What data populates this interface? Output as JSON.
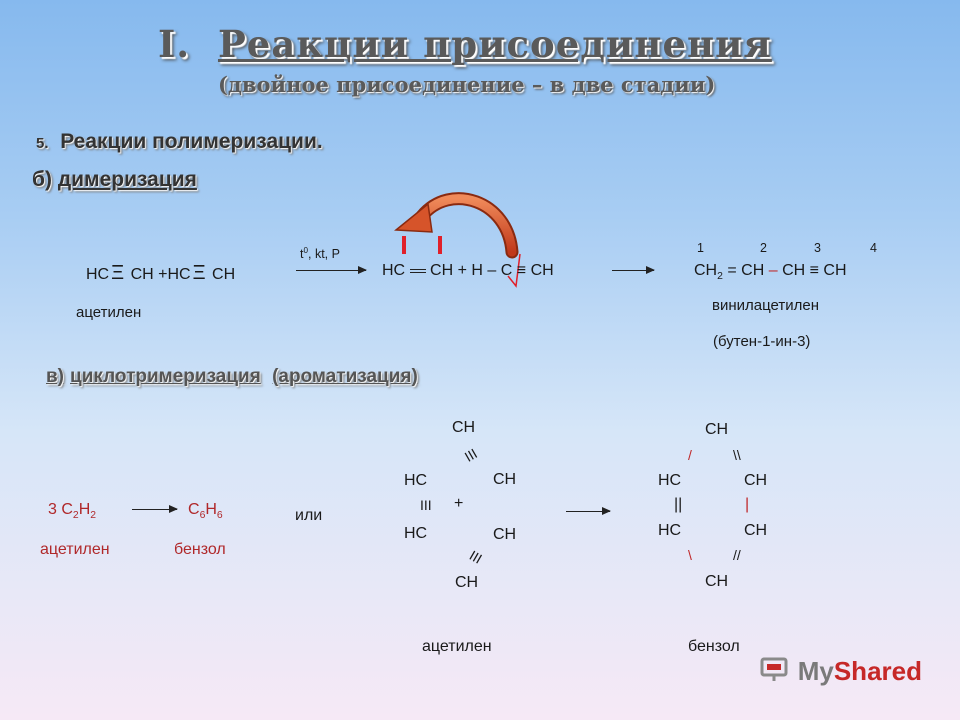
{
  "header": {
    "num": "I.",
    "title": "Реакции присоединения",
    "subtitle": "(двойное присоединение – в две стадии)"
  },
  "section5": {
    "num": "5.",
    "title": "Реакции полимеризации",
    "dot": "."
  },
  "sectionB": {
    "prefix": "б)",
    "title": "димеризация"
  },
  "dimer": {
    "hc": "HC",
    "triple": "Ξ",
    "ch": "CH",
    "plus": "+",
    "cond_t": "t",
    "cond_sup": "0",
    "cond_rest": ", kt, P",
    "mid_hc": "HC",
    "mid_ch": "CH",
    "mid_plus": "+",
    "h": "H",
    "dash": "–",
    "c": "C",
    "triple2": "≡",
    "ch2": "CH",
    "reactant_label": "ацетилен",
    "nums": [
      "1",
      "2",
      "3",
      "4"
    ],
    "p_ch": "CH",
    "p_sub": "2",
    "p_eq": "=",
    "p_ch1": "CH",
    "p_dash": "–",
    "p_ch2": "CH",
    "p_triple": "≡",
    "p_ch3": "CH",
    "product_label": "винилацетилен",
    "product_iupac": "(бутен-1-ин-3)"
  },
  "sectionC": {
    "prefix": "в)",
    "title": "циклотримеризация",
    "extra": "(ароматизация)"
  },
  "trimer": {
    "eq_n": "3",
    "eq_c": "C",
    "eq_c_sub": "2",
    "eq_h": "H",
    "eq_h_sub": "2",
    "prod_c": "C",
    "prod_c_sub": "6",
    "prod_h": "H",
    "prod_h_sub": "6",
    "label_acetylene": "ацетилен",
    "label_benzene": "бензол",
    "or": "или",
    "ch": "CH",
    "hc": "HC",
    "triple_bond": "III",
    "plus": "+",
    "benz_slash": "/",
    "benz_bslash": "\\\\",
    "benz_dbl": "||",
    "benz_single": "|",
    "benz_bs": "\\",
    "benz_dslash": "//",
    "bottom_acetylene": "ацетилен",
    "bottom_benzene": "бензол"
  },
  "watermark": {
    "my": "My",
    "shared": "Shared"
  }
}
